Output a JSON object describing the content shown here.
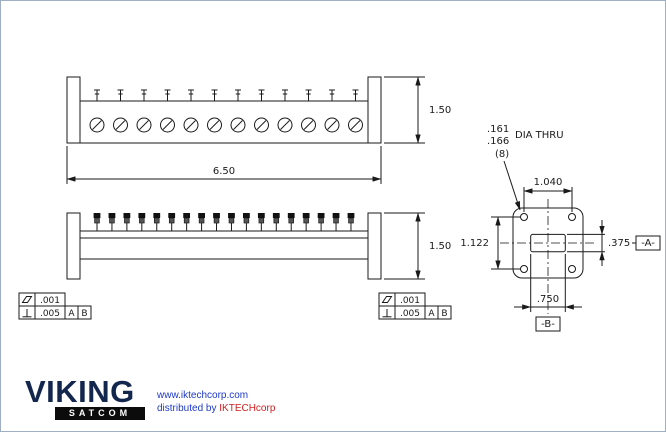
{
  "views": {
    "top": {
      "length_dim": "6.50",
      "height_dim": "1.50"
    },
    "front": {
      "height_dim": "1.50"
    },
    "flange": {
      "hole_note": {
        "line1": ".161",
        "line2": ".166",
        "label": "DIA THRU",
        "qty": "(8)"
      },
      "dims": {
        "hole_spacing_h": "1.040",
        "hole_spacing_v": "1.122",
        "aperture_h": ".375",
        "aperture_w": ".750"
      },
      "datum_a": "-A-",
      "datum_b": "-B-"
    }
  },
  "gdt": {
    "flatness": ".001",
    "perpendicularity": ".005",
    "datum_ref_1": "A",
    "datum_ref_2": "B"
  },
  "logo": {
    "brand": "VIKING",
    "sub": "SATCOM",
    "url": "www.iktechcorp.com",
    "dist_prefix": "distributed by ",
    "dist_brand": "IKTECHcorp"
  },
  "colors": {
    "line": "#1a1a1a",
    "brand_navy": "#13264d",
    "link_blue": "#1d39c8",
    "brand_red": "#d02020"
  }
}
